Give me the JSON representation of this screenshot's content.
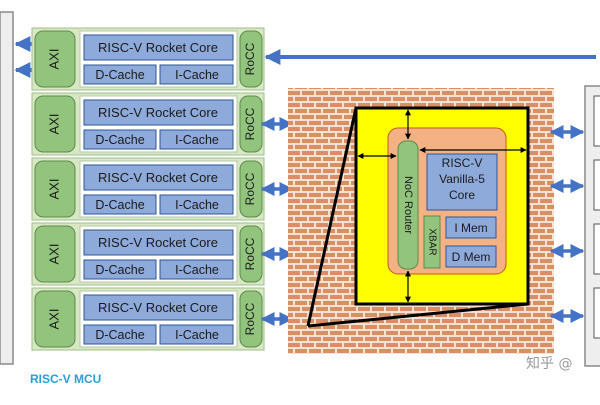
{
  "caption": "RISC-V MCU",
  "watermark": "知乎 @",
  "tiles": [
    {
      "axi": "AXI",
      "core": "RISC-V Rocket Core",
      "dcache": "D-Cache",
      "icache": "I-Cache",
      "rocc": "RoCC"
    },
    {
      "axi": "AXI",
      "core": "RISC-V Rocket Core",
      "dcache": "D-Cache",
      "icache": "I-Cache",
      "rocc": "RoCC"
    },
    {
      "axi": "AXI",
      "core": "RISC-V Rocket Core",
      "dcache": "D-Cache",
      "icache": "I-Cache",
      "rocc": "RoCC"
    },
    {
      "axi": "AXI",
      "core": "RISC-V Rocket Core",
      "dcache": "D-Cache",
      "icache": "I-Cache",
      "rocc": "RoCC"
    },
    {
      "axi": "AXI",
      "core": "RISC-V Rocket Core",
      "dcache": "D-Cache",
      "icache": "I-Cache",
      "rocc": "RoCC"
    }
  ],
  "zoom": {
    "router": "NoC Router",
    "core_lines": [
      "RISC-V",
      "Vanilla-5",
      "Core"
    ],
    "xbar": "XBAR",
    "imem": "I Mem",
    "dmem": "D Mem"
  },
  "colors": {
    "tile_bg": "#d9e8c4",
    "green": "#93c47d",
    "blue": "#8eaadb",
    "brick": "#d98e63",
    "mortar": "#f4e2d4",
    "yellow": "#ffff00",
    "inner": "#f4b183",
    "arrow": "#4472c4"
  }
}
